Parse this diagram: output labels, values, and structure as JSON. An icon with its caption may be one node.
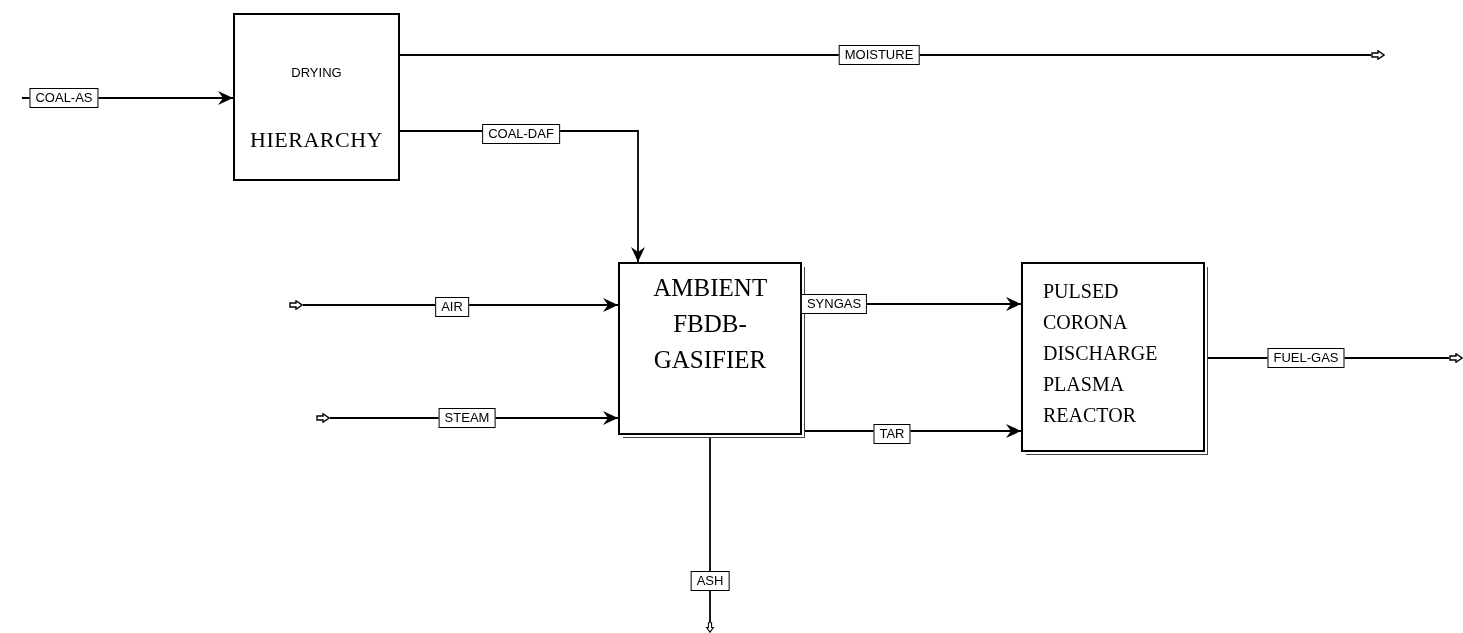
{
  "diagram": {
    "nodes": [
      {
        "text": [
          "DRYING",
          "HIERARCHY"
        ]
      },
      {
        "text": [
          "AMBIENT FBDB-GASIFIER"
        ]
      },
      {
        "text": [
          "PULSED CORONA DISCHARGE PLASMA REACTOR"
        ]
      },
      {
        "text": [],
        "shape": "arrow"
      },
      {
        "text": [],
        "shape": "arrow"
      },
      {
        "text": [],
        "shape": "arrow"
      },
      {
        "text": [],
        "shape": "arrow"
      },
      {
        "text": [],
        "shape": "arrow"
      }
    ],
    "edges": [
      {
        "from": null,
        "to": 0,
        "arrow": "to",
        "label": "COAL-AS"
      },
      {
        "from": 0,
        "to": 5,
        "arrow": "none",
        "label": "MOISTURE"
      },
      {
        "from": 0,
        "to": 1,
        "arrow": "to",
        "label": "COAL-DAF"
      },
      {
        "from": 3,
        "to": 1,
        "arrow": "to",
        "label": "AIR"
      },
      {
        "from": 4,
        "to": 1,
        "arrow": "to",
        "label": "STEAM"
      },
      {
        "from": 1,
        "to": 2,
        "arrow": "to",
        "label": "SYNGAS"
      },
      {
        "from": 1,
        "to": 2,
        "arrow": "to",
        "label": "TAR"
      },
      {
        "from": 2,
        "to": 6,
        "arrow": "none",
        "label": "FUEL-GAS"
      },
      {
        "from": 1,
        "to": 7,
        "arrow": "none",
        "label": "ASH"
      }
    ]
  }
}
